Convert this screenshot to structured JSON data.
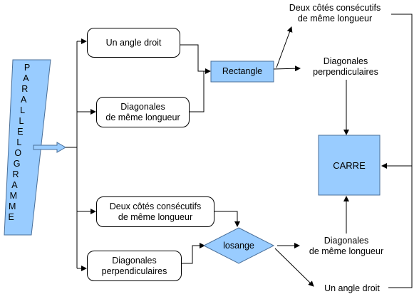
{
  "nodes": {
    "parallelogramme": "PARALLELOGRAMME",
    "un_angle_droit": "Un angle droit",
    "diag_meme_longueur_1": "Diagonales",
    "diag_meme_longueur_2": "de même longueur",
    "cotes_consecutifs_1": "Deux côtés consécutifs",
    "cotes_consecutifs_2": "de même longueur",
    "diag_perp_1": "Diagonales",
    "diag_perp_2": "perpendiculaires",
    "rectangle": "Rectangle",
    "losange": "losange",
    "carre": "CARRE",
    "r_cotes_1": "Deux côtés consécutifs",
    "r_cotes_2": "de même longueur",
    "r_diag_perp_1": "Diagonales",
    "r_diag_perp_2": "perpendiculaires",
    "l_diag_long_1": "Diagonales",
    "l_diag_long_2": "de même longueur",
    "l_angle_droit": "Un angle droit"
  },
  "colors": {
    "node_fill": "#99ccff",
    "line": "#000000"
  }
}
